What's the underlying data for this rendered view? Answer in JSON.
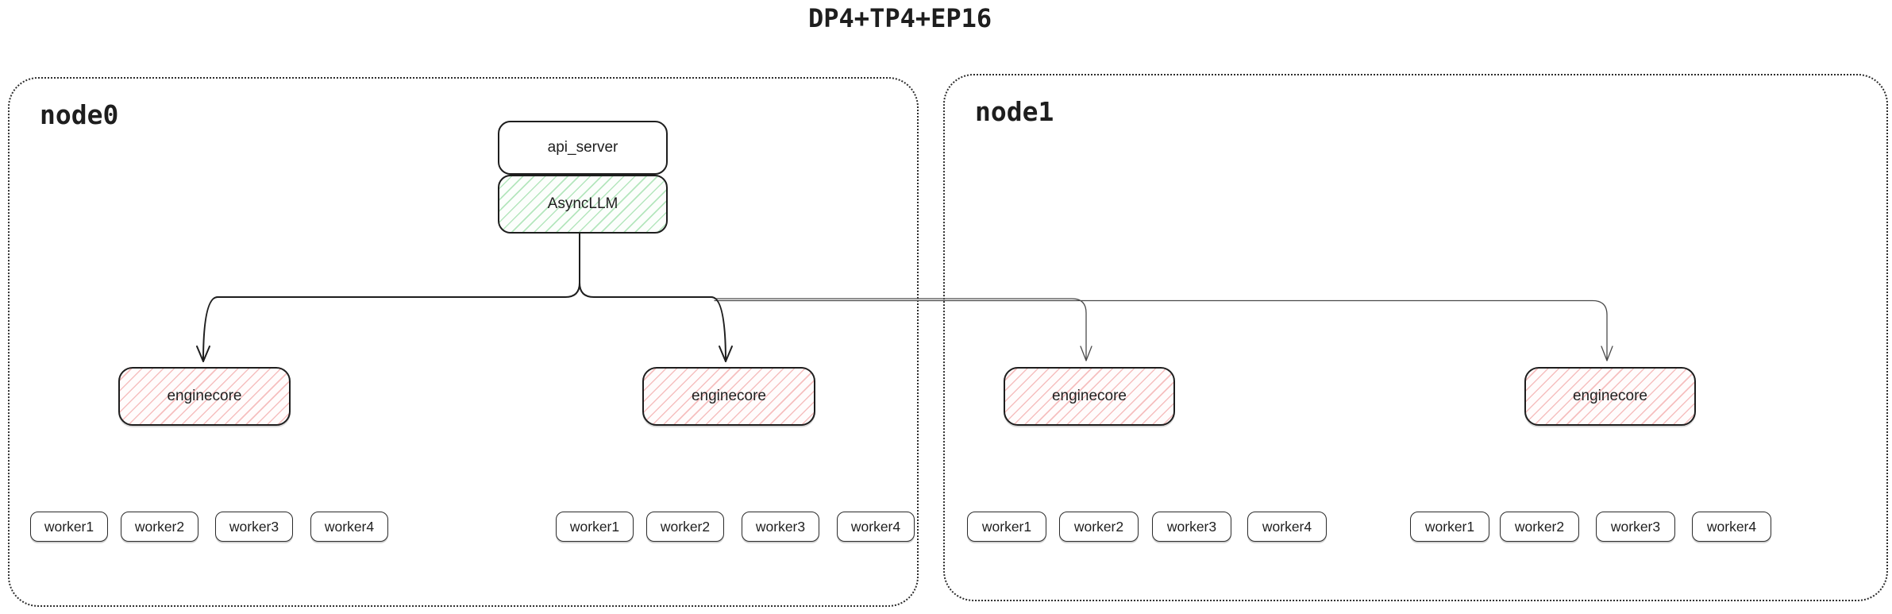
{
  "title": "DP4+TP4+EP16",
  "colors": {
    "ink": "#1e1e1e",
    "green_hatch_base": "#40c057",
    "red_hatch_base": "#e03131",
    "thin_line": "#4a4a4a"
  },
  "nodes": [
    {
      "label": "node0",
      "api_server_label": "api_server",
      "asyncllm_label": "AsyncLLM",
      "enginecores": [
        "enginecore",
        "enginecore"
      ],
      "worker_groups": [
        [
          "worker1",
          "worker2",
          "worker3",
          "worker4"
        ],
        [
          "worker1",
          "worker2",
          "worker3",
          "worker4"
        ]
      ]
    },
    {
      "label": "node1",
      "enginecores": [
        "enginecore",
        "enginecore"
      ],
      "worker_groups": [
        [
          "worker1",
          "worker2",
          "worker3",
          "worker4"
        ],
        [
          "worker1",
          "worker2",
          "worker3",
          "worker4"
        ]
      ]
    }
  ]
}
